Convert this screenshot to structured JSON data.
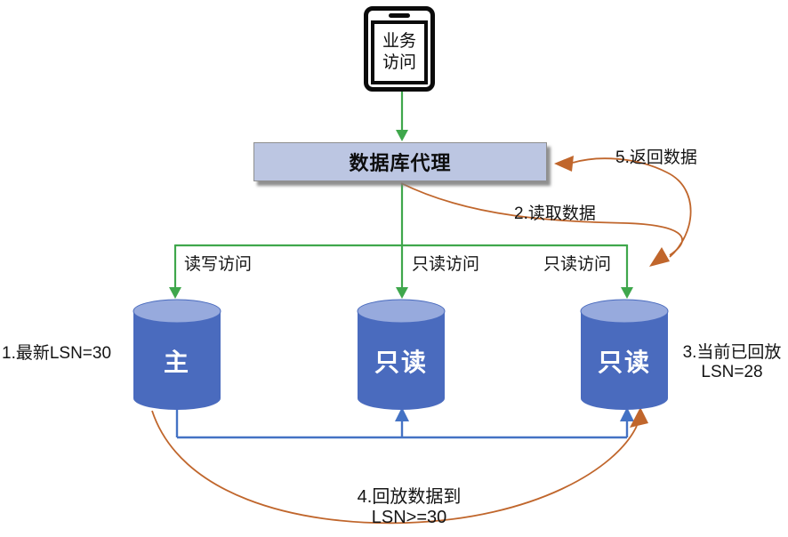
{
  "device": {
    "line1": "业务",
    "line2": "访问"
  },
  "proxy": {
    "label": "数据库代理"
  },
  "databases": {
    "primary": "主",
    "readonly_mid": "只读",
    "readonly_right": "只读"
  },
  "access": {
    "readwrite": "读写访问",
    "readonly_mid": "只读访问",
    "readonly_right": "只读访问"
  },
  "annotations": {
    "lsn_primary": "1.最新LSN=30",
    "read_data": "2.读取数据",
    "replayed_line1": "3.当前已回放",
    "replayed_line2": "LSN=28",
    "replay_line1": "4.回放数据到",
    "replay_line2": "LSN>=30",
    "return_data": "5.返回数据"
  },
  "colors": {
    "green": "#3FA74C",
    "orange": "#C0662C",
    "blue": "#4472C4",
    "cylinder_body": "#4A6BBE",
    "cylinder_top": "#97AADD",
    "proxy_fill": "#BCC6E2"
  }
}
